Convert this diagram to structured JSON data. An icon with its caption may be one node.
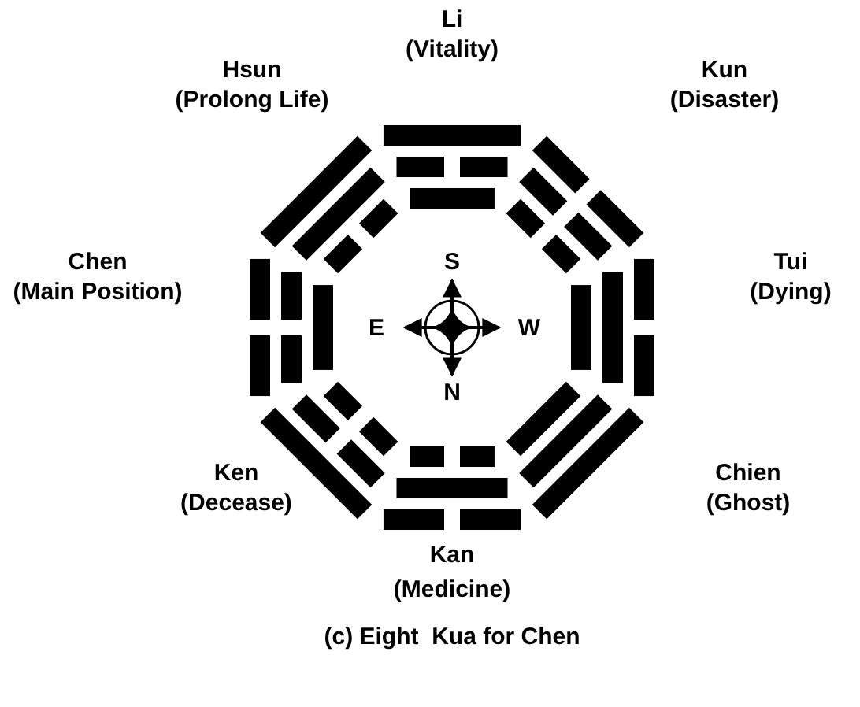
{
  "diagram": {
    "caption": "(c) Eight  Kua for Chen",
    "labels": [
      "Li",
      "(Vitality)",
      "Hsun",
      "(Prolong Life)",
      "Kun",
      "(Disaster)",
      "S",
      "Chen",
      "(Main Position)",
      "E",
      "W",
      "Tui",
      "(Dying)",
      "N",
      "Ken",
      "(Decease)",
      "Chien",
      "(Ghost)",
      "Kan",
      "(Medicine)"
    ]
  }
}
